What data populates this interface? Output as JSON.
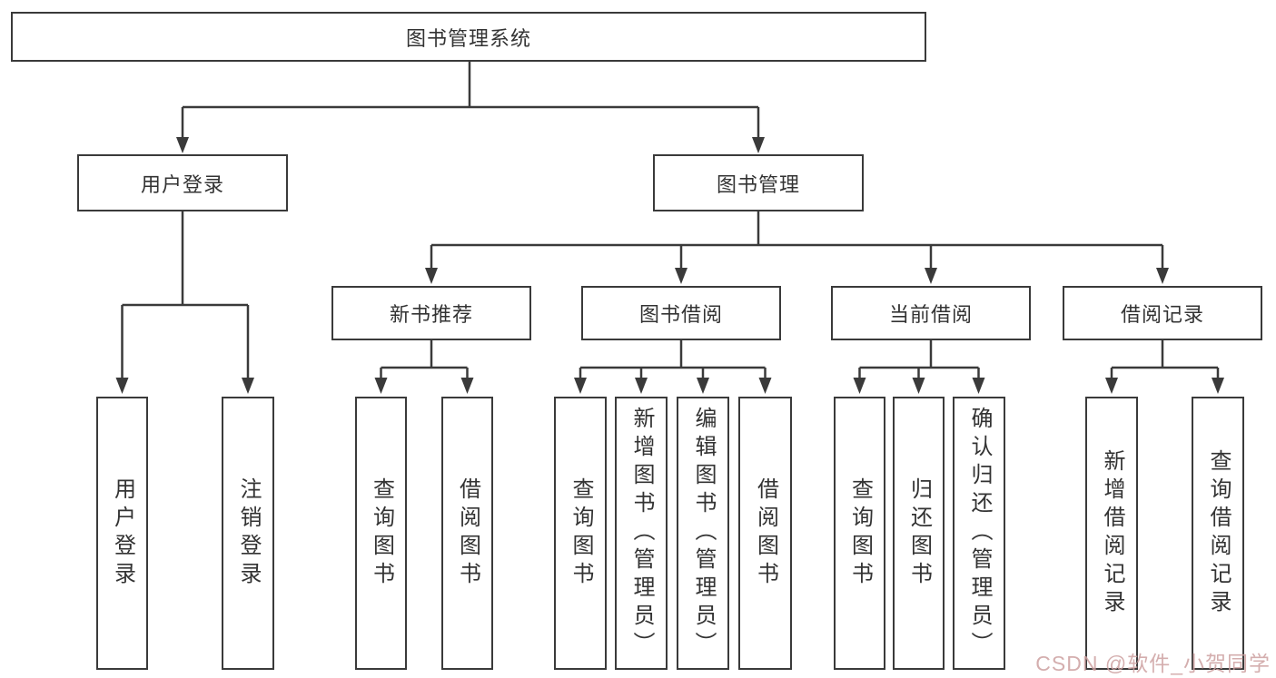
{
  "diagram": {
    "title_node": "图书管理系统",
    "tree": {
      "root": {
        "label": "图书管理系统"
      },
      "level2": [
        {
          "label": "用户登录",
          "leaves": [
            {
              "label": "用户登录"
            },
            {
              "label": "注销登录"
            }
          ]
        },
        {
          "label": "图书管理",
          "level3": [
            {
              "label": "新书推荐",
              "leaves": [
                {
                  "label": "查询图书"
                },
                {
                  "label": "借阅图书"
                }
              ]
            },
            {
              "label": "图书借阅",
              "leaves": [
                {
                  "label": "查询图书"
                },
                {
                  "label": "新增图书（管理员）"
                },
                {
                  "label": "编辑图书（管理员）"
                },
                {
                  "label": "借阅图书"
                }
              ]
            },
            {
              "label": "当前借阅",
              "leaves": [
                {
                  "label": "查询图书"
                },
                {
                  "label": "归还图书"
                },
                {
                  "label": "确认归还（管理员）"
                }
              ]
            },
            {
              "label": "借阅记录",
              "leaves": [
                {
                  "label": "新增借阅记录"
                },
                {
                  "label": "查询借阅记录"
                }
              ]
            }
          ]
        }
      ]
    },
    "colors": {
      "line": "#3a3a3a",
      "box_border": "#3a3a3a",
      "text": "#333333",
      "watermark": "#cda0a0",
      "background": "#ffffff"
    },
    "watermark_text": "CSDN @软件_小贺同学"
  }
}
